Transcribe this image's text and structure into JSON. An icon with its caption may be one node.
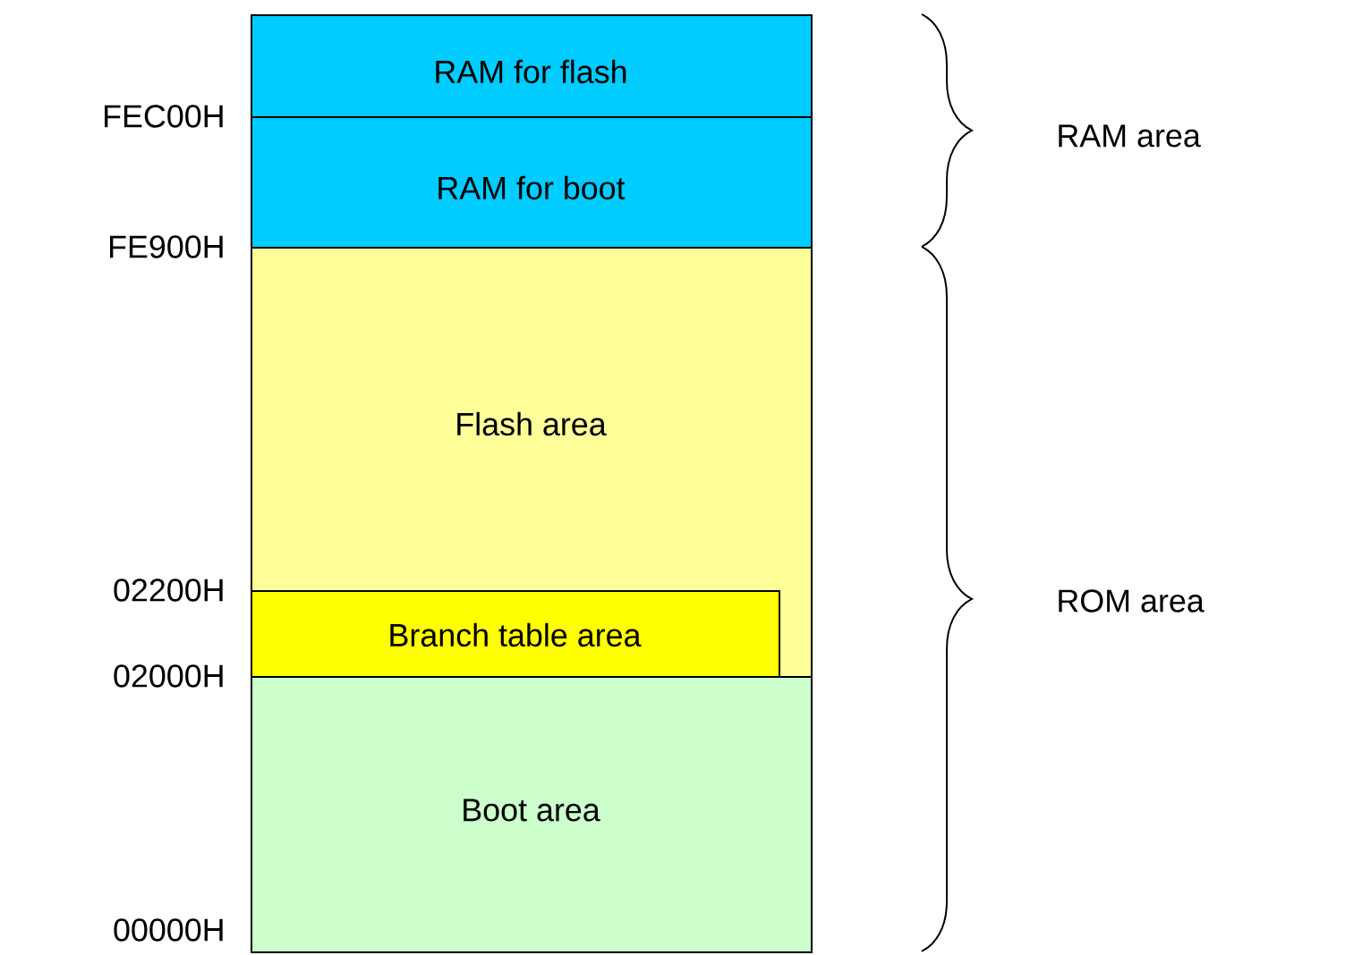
{
  "diagram": {
    "nodes": [
      {
        "text": [
          "RAM for flash"
        ]
      },
      {
        "text": [
          "RAM for boot"
        ]
      },
      {
        "text": [
          "Flash area"
        ]
      },
      {
        "text": [
          "Branch table area"
        ],
        "in": 2
      },
      {
        "text": [
          "Boot area"
        ]
      }
    ],
    "edges": [],
    "labels": [
      "FEC00H",
      "RAM area",
      "FE900H",
      "02200H",
      "02000H",
      "ROM area",
      "00000H"
    ]
  }
}
